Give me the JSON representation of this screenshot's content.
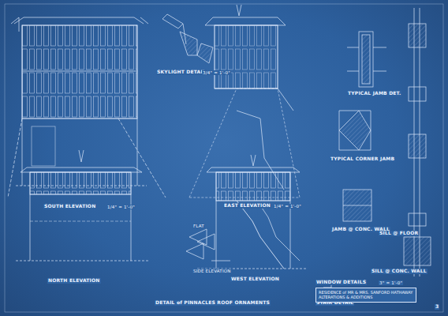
{
  "diagram": {
    "nodes": [
      {
        "text": [
          "RESIDENCE of MR & MRS. SANFORD HATHAWAY",
          "ALTERATIONS & ADDITIONS"
        ]
      }
    ],
    "labels": [
      "SOUTH ELEVATION",
      "1/4\" = 1'-0\"",
      "SKYLIGHT DETAIL",
      "3/4\" = 1'-0\"",
      "EAST ELEVATION",
      "1/4\" = 1'-0\"",
      "TYPICAL JAMB DET.",
      "TYPICAL CORNER JAMB",
      "JAMB @ CONC. WALL",
      "NORTH ELEVATION",
      "WEST ELEVATION",
      "FLAT",
      "SIDE ELEVATION",
      "DETAIL of PINNACLES ROOF ORNAMENTS",
      "STAIR DETAIL",
      "WINDOW DETAILS",
      "3\" = 1'-0\"",
      "SILL @ FLOOR",
      "SILL @ CONC. WALL",
      "3"
    ]
  }
}
